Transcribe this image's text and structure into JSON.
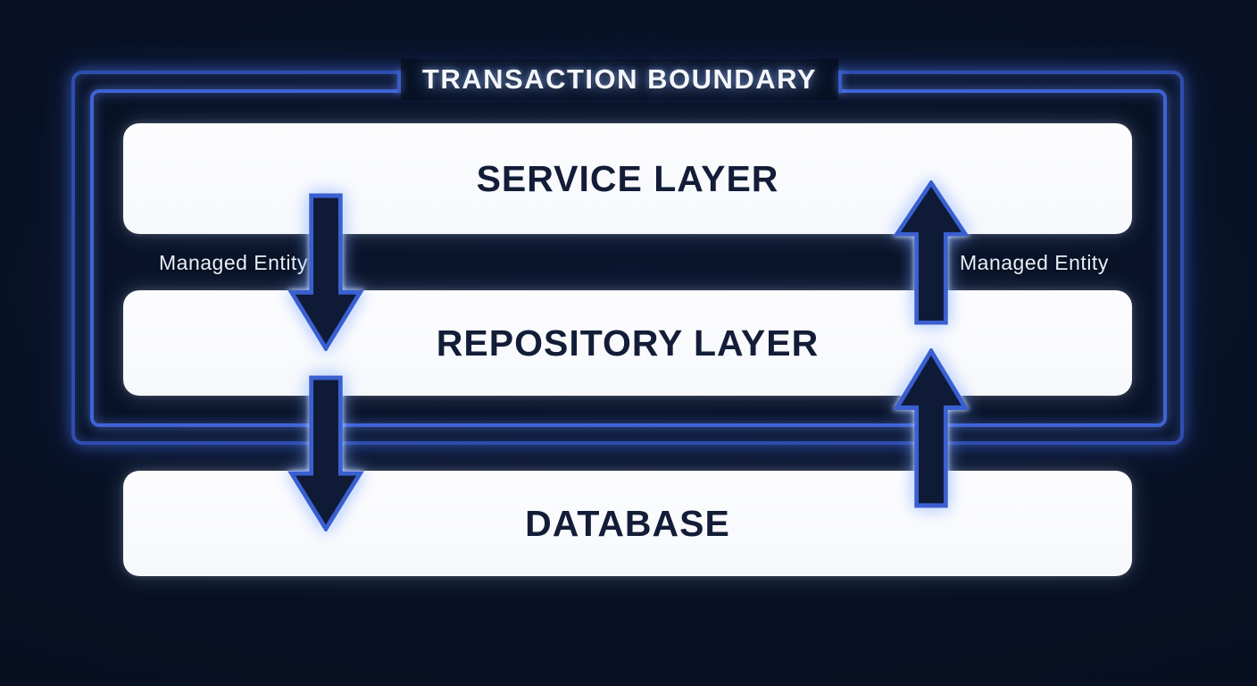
{
  "title": "TRANSACTION BOUNDARY",
  "layers": [
    {
      "label": "SERVICE LAYER"
    },
    {
      "label": "REPOSITORY LAYER"
    },
    {
      "label": "DATABASE"
    }
  ],
  "annotations": {
    "left_label": "Managed Entity",
    "right_label": "Managed Entity"
  },
  "arrows": [
    {
      "name": "service-to-repository",
      "direction": "down",
      "side": "left"
    },
    {
      "name": "repository-to-database",
      "direction": "down",
      "side": "left"
    },
    {
      "name": "repository-to-service",
      "direction": "up",
      "side": "right"
    },
    {
      "name": "database-to-repository",
      "direction": "up",
      "side": "right"
    }
  ],
  "colors": {
    "background": "#081124",
    "boundary_outer_border": "#2e4dae",
    "boundary_inner_border": "#3f63d6",
    "glow": "#7da5ff",
    "box_fill": "#fbfcfe",
    "box_text": "#131d38",
    "title_text": "#f3f6fc",
    "annotation_text": "#e9edf6",
    "arrow_fill": "#0e1a36",
    "arrow_stroke": "#3a5fd0"
  }
}
